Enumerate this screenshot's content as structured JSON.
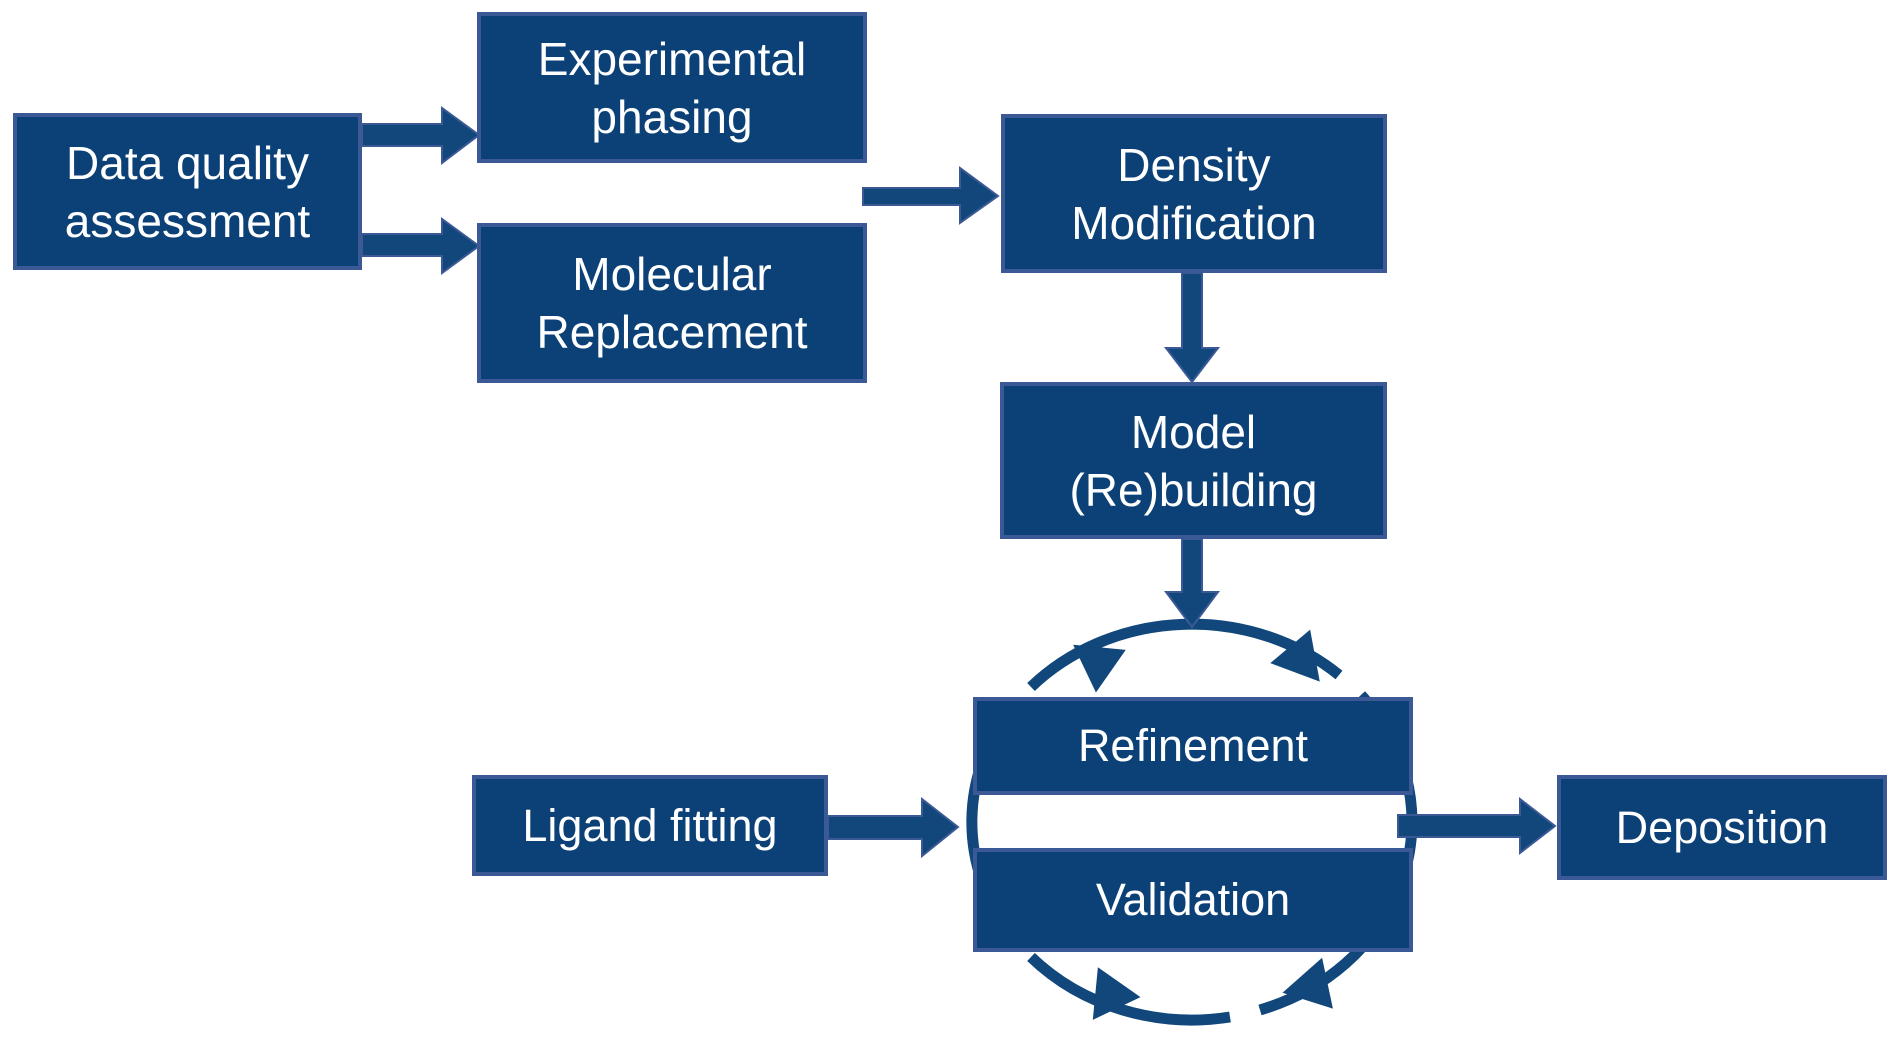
{
  "diagram_type": "flowchart",
  "colors": {
    "box_fill": "#0c4177",
    "box_border": "#3b5a95",
    "arrow_fill": "#11477b",
    "text": "#ffffff",
    "background": "#ffffff"
  },
  "nodes": {
    "data_quality": {
      "lines": [
        "Data quality",
        "assessment"
      ]
    },
    "experimental_phasing": {
      "lines": [
        "Experimental",
        "phasing"
      ]
    },
    "molecular_replacement": {
      "lines": [
        "Molecular",
        "Replacement"
      ]
    },
    "density_modification": {
      "lines": [
        "Density",
        "Modification"
      ]
    },
    "model_rebuilding": {
      "lines": [
        "Model",
        "(Re)building"
      ]
    },
    "refinement": {
      "lines": [
        "Refinement"
      ]
    },
    "validation": {
      "lines": [
        "Validation"
      ]
    },
    "ligand_fitting": {
      "lines": [
        "Ligand fitting"
      ]
    },
    "deposition": {
      "lines": [
        "Deposition"
      ]
    }
  },
  "edges": [
    {
      "from": "Data quality assessment",
      "to": "Experimental phasing"
    },
    {
      "from": "Data quality assessment",
      "to": "Molecular Replacement"
    },
    {
      "from": "Experimental phasing / Molecular Replacement",
      "to": "Density Modification"
    },
    {
      "from": "Density Modification",
      "to": "Model (Re)building"
    },
    {
      "from": "Model (Re)building",
      "to": "Refinement / Validation cycle"
    },
    {
      "from": "Ligand fitting",
      "to": "Refinement / Validation cycle"
    },
    {
      "from": "Refinement / Validation cycle",
      "to": "Deposition"
    }
  ],
  "cycle": {
    "members": [
      "Refinement",
      "Validation"
    ],
    "direction_hint": "circular arrows around Refinement and Validation"
  }
}
